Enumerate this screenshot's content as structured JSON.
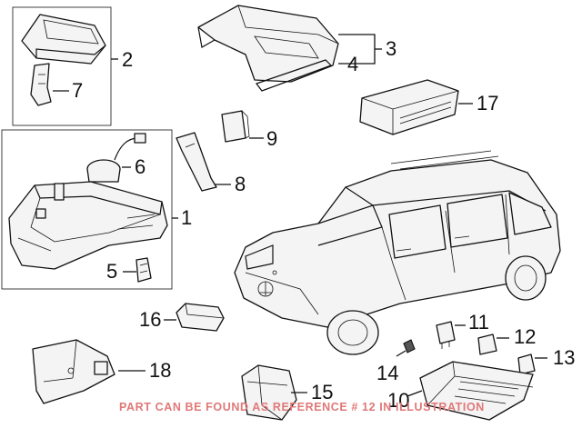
{
  "callouts": {
    "c1": "1",
    "c2": "2",
    "c3": "3",
    "c4": "4",
    "c5": "5",
    "c6": "6",
    "c7": "7",
    "c8": "8",
    "c9": "9",
    "c10": "10",
    "c11": "11",
    "c12": "12",
    "c13": "13",
    "c14": "14",
    "c15": "15",
    "c16": "16",
    "c17": "17",
    "c18": "18"
  },
  "watermark": "PART CAN BE FOUND AS REFERENCE # 12 IN ILLUSTRATION",
  "colors": {
    "line": "#111111",
    "watermark": "#e07878",
    "background": "#ffffff"
  }
}
